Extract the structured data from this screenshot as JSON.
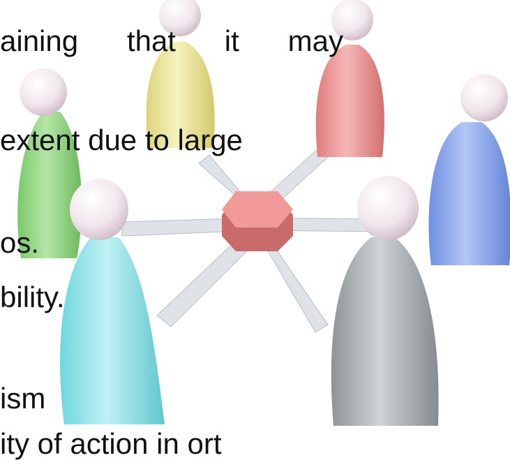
{
  "text_lines": [
    [
      "aining",
      "that",
      "it",
      "may"
    ],
    "extent due to large",
    "os.",
    "bility.",
    "ism",
    "ity of action in ort"
  ],
  "colors": {
    "green": "#8fd47d",
    "yellow": "#ece9a0",
    "red": "#ee9a9a",
    "blue": "#8aa7ee",
    "cyan": "#8fe2e8",
    "grey": "#a9aeb2",
    "hub": "#f08d8d",
    "spoke": "#d8dbe0"
  }
}
